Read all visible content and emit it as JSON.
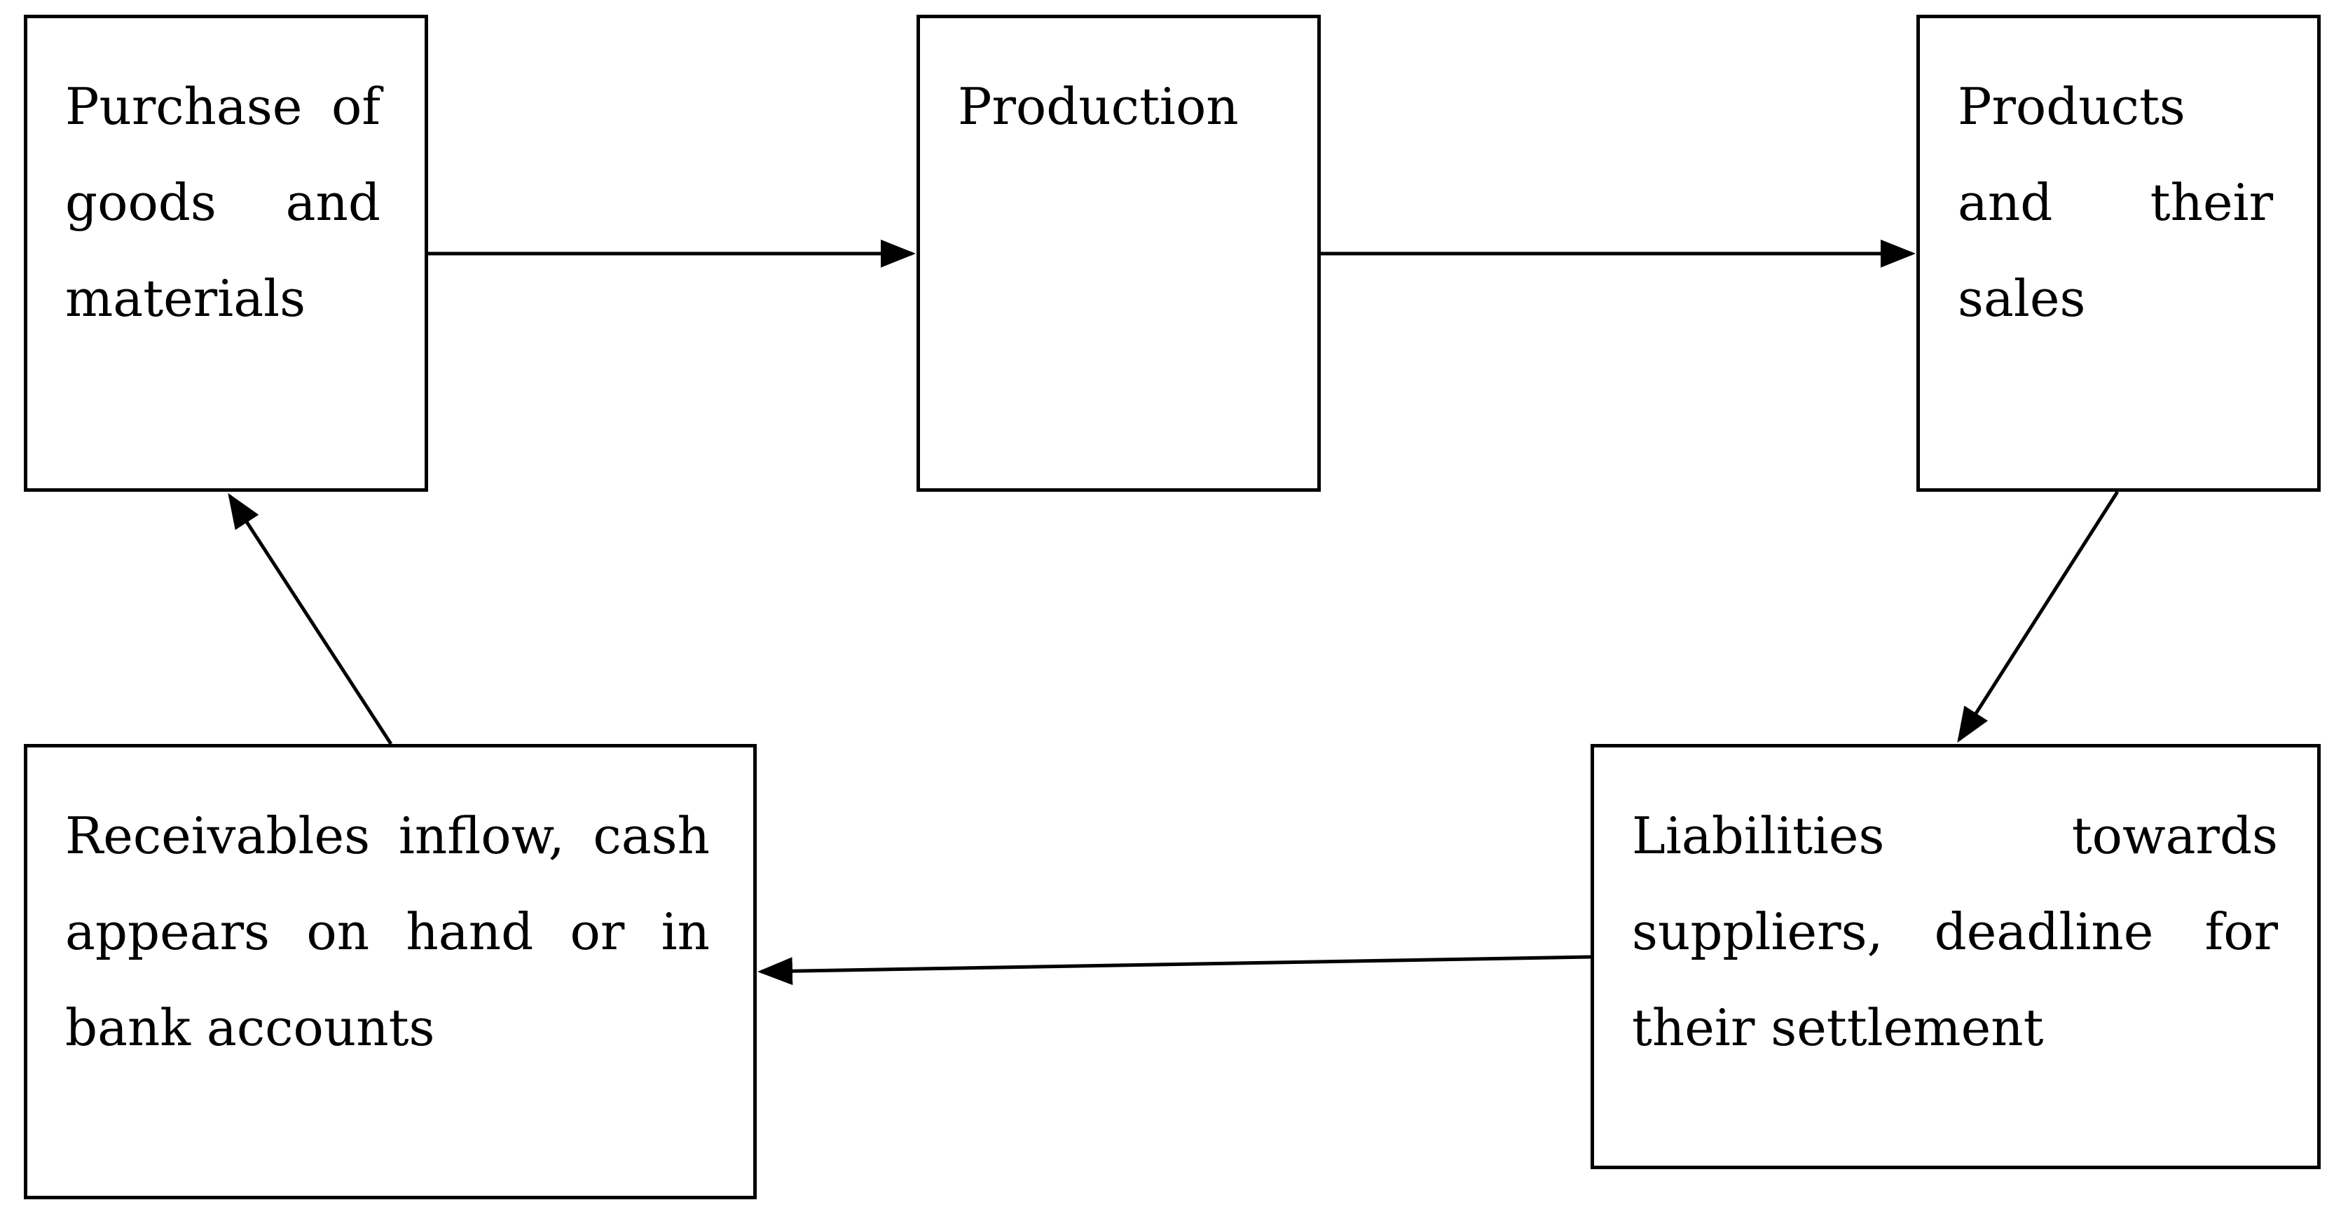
{
  "boxes": {
    "purchase": "Purchase of goods and materials",
    "production": "Production",
    "products": "Products and their sales",
    "liabilities": "Liabilities towards suppliers, deadline for their settlement",
    "receivables": "Receivables inflow, cash appears on hand or in bank accounts"
  },
  "colors": {
    "stroke": "#000000",
    "background": "#ffffff"
  }
}
